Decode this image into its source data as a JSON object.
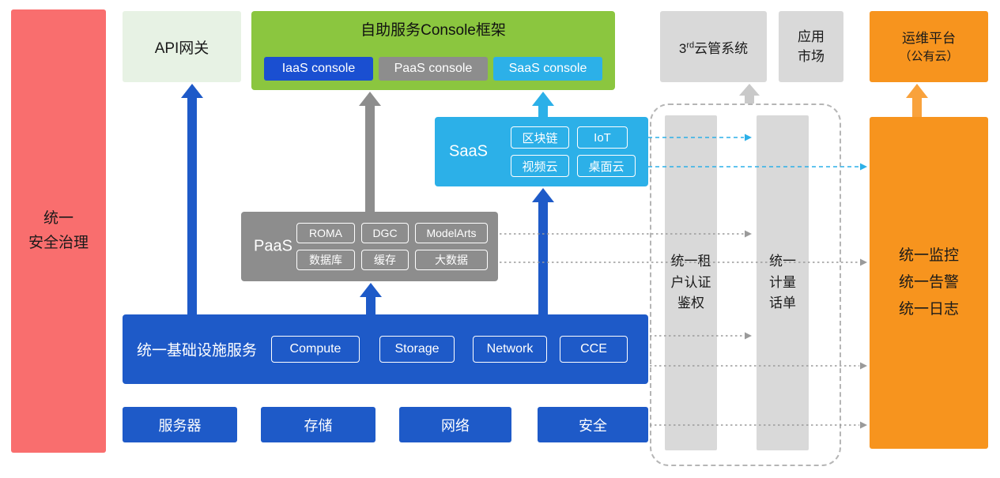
{
  "colors": {
    "red": "#f96e6e",
    "light_green": "#e7f2e4",
    "green": "#8bc63f",
    "blue": "#1e5ac8",
    "iaas_blue": "#1a4fd1",
    "gray": "#8d8d8d",
    "light_gray": "#d9d9d9",
    "cyan": "#2cb0e8",
    "orange": "#f7941e"
  },
  "security_bar": {
    "label": "统一\n安全治理"
  },
  "api_gateway": {
    "label": "API网关"
  },
  "console": {
    "title": "自助服务Console框架",
    "items": [
      {
        "label": "IaaS console"
      },
      {
        "label": "PaaS console"
      },
      {
        "label": "SaaS console"
      }
    ]
  },
  "third_party_cloud": {
    "prefix": "3",
    "sup": "rd",
    "suffix": "云管系统"
  },
  "app_market": {
    "label": "应用\n市场"
  },
  "om_platform": {
    "line1": "运维平台",
    "line2": "（公有云）"
  },
  "saas": {
    "label": "SaaS",
    "items": [
      "区块链",
      "IoT",
      "视频云",
      "桌面云"
    ]
  },
  "paas": {
    "label": "PaaS",
    "items": [
      "ROMA",
      "DGC",
      "ModelArts",
      "数据库",
      "缓存",
      "大数据"
    ]
  },
  "infra": {
    "label": "统一基础设施服务",
    "items": [
      "Compute",
      "Storage",
      "Network",
      "CCE"
    ]
  },
  "hardware": {
    "items": [
      "服务器",
      "存储",
      "网络",
      "安全"
    ]
  },
  "pillars": {
    "auth": "统一租\n户认证\n鉴权",
    "metering": "统一\n计量\n话单"
  },
  "om_bar": {
    "label": "统一监控\n统一告警\n统一日志"
  }
}
